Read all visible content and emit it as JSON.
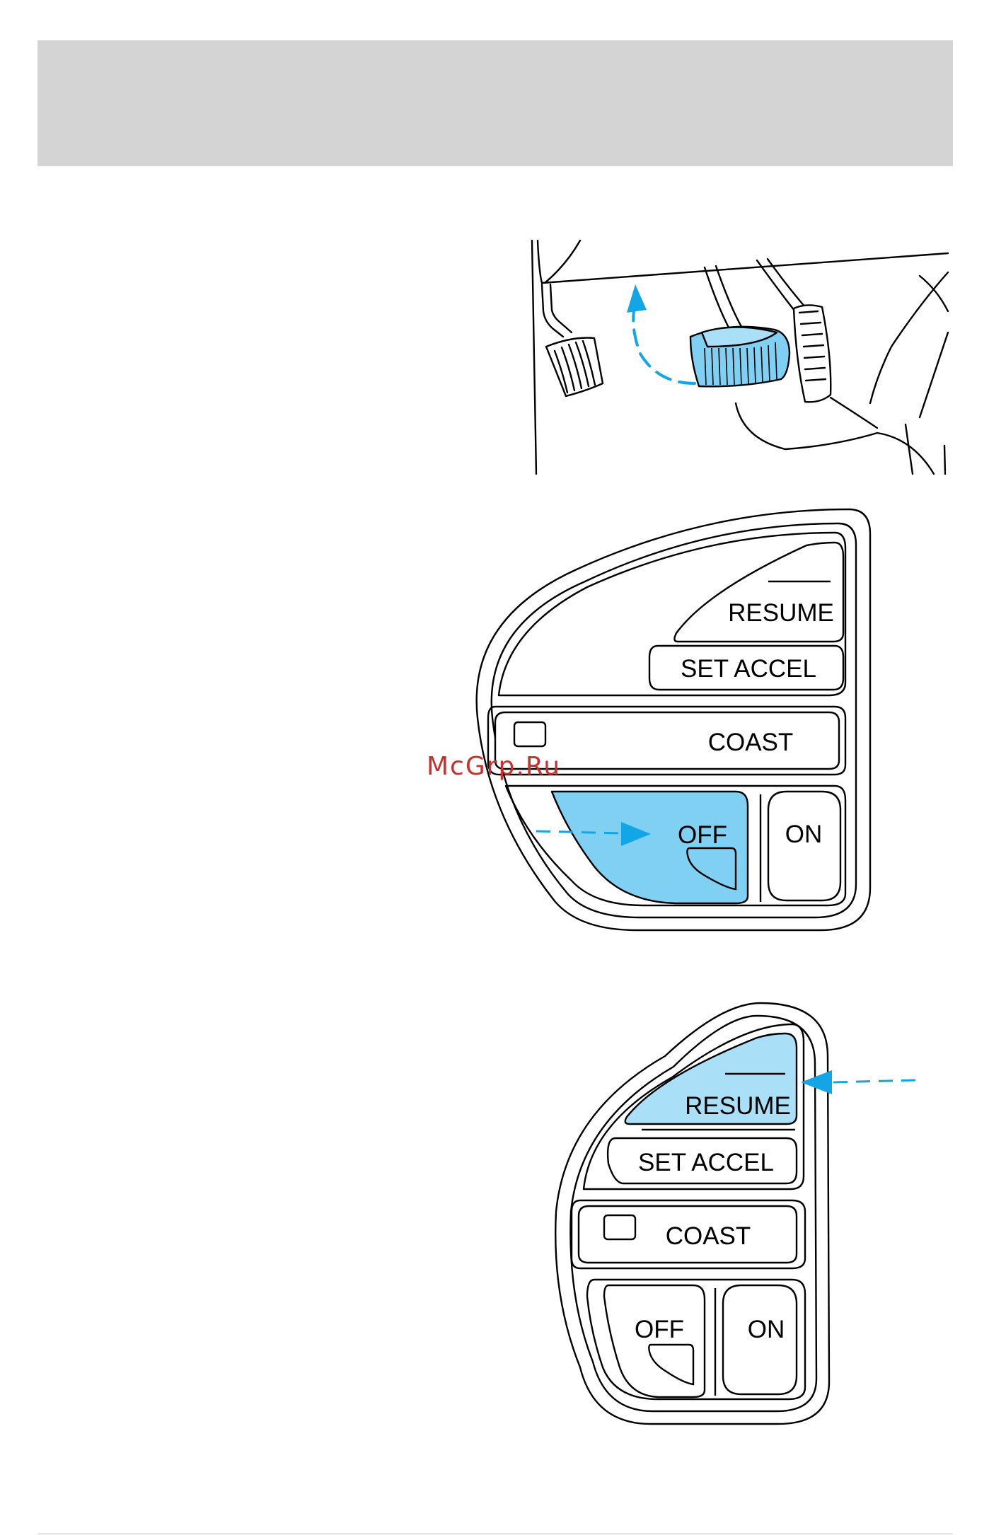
{
  "watermark": {
    "text": "McGrp.Ru"
  },
  "colors": {
    "accent": "#7fd0f2",
    "arrow": "#12a6e6",
    "header_band": "#d4d4d4",
    "watermark": "#c9302c"
  },
  "control_panel_1": {
    "buttons": {
      "resume": "RESUME",
      "set_accel": "SET ACCEL",
      "coast": "COAST",
      "off": "OFF",
      "on": "ON"
    },
    "highlighted": "OFF"
  },
  "control_panel_2": {
    "buttons": {
      "resume": "RESUME",
      "set_accel": "SET ACCEL",
      "coast": "COAST",
      "off": "OFF",
      "on": "ON"
    },
    "highlighted": "RESUME"
  }
}
